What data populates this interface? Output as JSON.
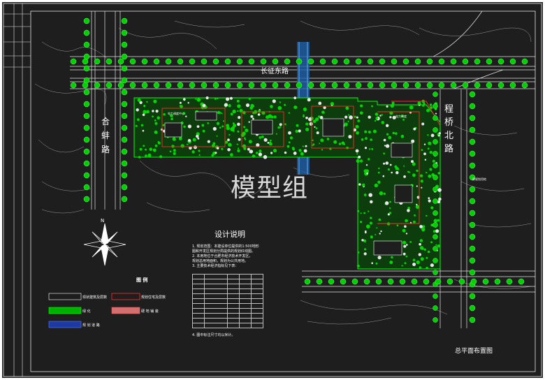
{
  "drawing": {
    "background_color": "#1e1e1e",
    "line_color": "#e6e6e6",
    "vegetation_color": "#00e000",
    "boundary_color": "#ff2a2a",
    "water_color": "#3aa0ff",
    "building_color": "#ffffff"
  },
  "watermark": "模型组",
  "roads": {
    "changzheng": "长征东路",
    "hefei_chars": [
      "合",
      "蚌",
      "路"
    ],
    "east_chars": [
      "程",
      "桥",
      "北",
      "路"
    ]
  },
  "design_notes": {
    "title": "设计说明",
    "lines": [
      "1. 规划范围：本建设单位提供的1:500地形",
      "   图和开发区规划分局提供的规划红线图。",
      "2. 本用地位于合肥市经济技术开发区，",
      "   规划总用地面积，规划为公共用地。",
      "3. 主要技术经济指标见下表：",
      "4. 图中标注尺寸均以米计。"
    ]
  },
  "legend": {
    "title": "图  例",
    "items": [
      {
        "label": "现状建筑及层数",
        "icon": "existing-building-icon"
      },
      {
        "label": "规划住宅及层数",
        "icon": "planned-residence-icon"
      },
      {
        "label": "绿        化",
        "icon": "greenery-icon"
      },
      {
        "label": "硬  地  铺  装",
        "icon": "hard-paving-icon"
      },
      {
        "label": "规  划  道  路",
        "icon": "planned-road-icon"
      }
    ]
  },
  "building_labels": {
    "office": "电力调度中心",
    "plant": "电力调度",
    "annotation": "原规划用地"
  },
  "caption": "总平面布置图"
}
